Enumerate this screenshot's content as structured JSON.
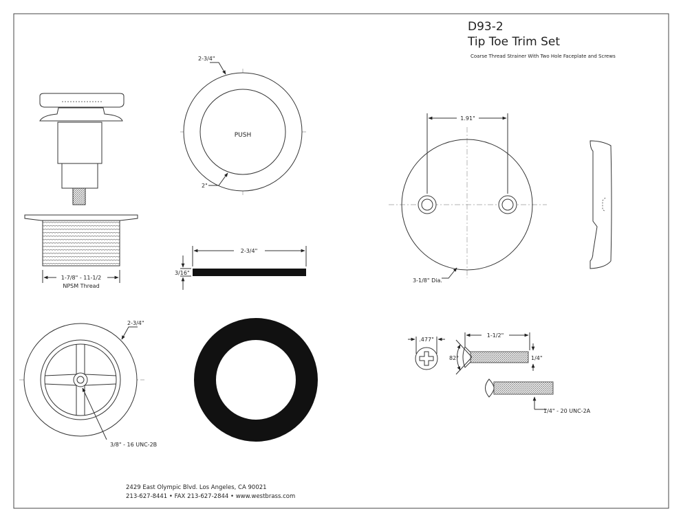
{
  "title": {
    "model": "D93-2",
    "name": "Tip Toe Trim Set",
    "subtitle": "Coarse Thread Strainer With Two Hole Faceplate and Screws"
  },
  "stopper": {
    "top_diameter": "2-3/4\"",
    "push_label": "PUSH",
    "inner_diameter": "2\""
  },
  "strainer": {
    "thread_dim": "1-7/8\" - 11-1/2",
    "thread_type": "NPSM Thread",
    "top_diameter": "2-3/4\"",
    "center_thread": "3/8\" - 16 UNC-2B"
  },
  "gasket": {
    "width": "2-3/4\"",
    "thickness": "3/16\""
  },
  "faceplate": {
    "hole_spacing": "1.91\"",
    "diameter": "3-1/8\" Dia."
  },
  "screws": {
    "head_width": ".477\"",
    "length": "1-1/2\"",
    "angle": "82°",
    "shank": "1/4\"",
    "thread": "1/4\" - 20 UNC-2A"
  },
  "footer": {
    "address": "2429 East Olympic Blvd. Los Angeles, CA  90021",
    "contact": "213-627-8441 • FAX 213-627-2844 • www.westbrass.com"
  }
}
